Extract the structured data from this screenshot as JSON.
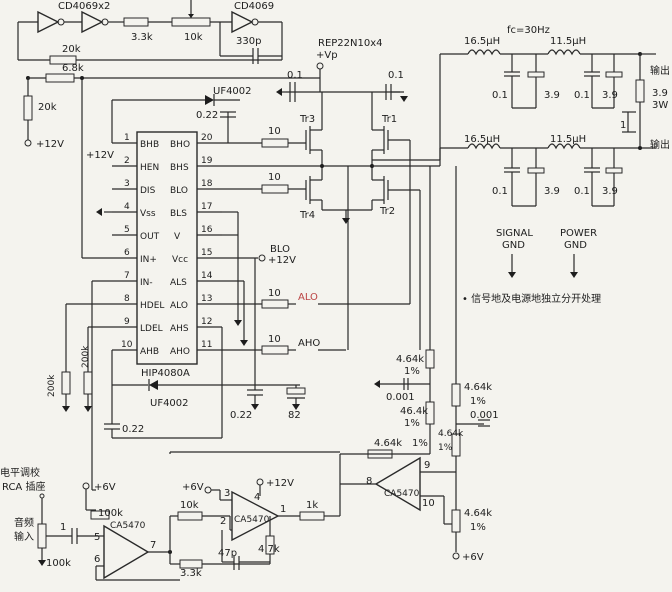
{
  "ic_main": {
    "part": "HIP4080A",
    "left_pins": [
      {
        "num": "1",
        "name": "BHB"
      },
      {
        "num": "2",
        "name": "HEN"
      },
      {
        "num": "3",
        "name": "DIS"
      },
      {
        "num": "4",
        "name": "Vss"
      },
      {
        "num": "5",
        "name": "OUT"
      },
      {
        "num": "6",
        "name": "IN+"
      },
      {
        "num": "7",
        "name": "IN-"
      },
      {
        "num": "8",
        "name": "HDEL"
      },
      {
        "num": "9",
        "name": "LDEL"
      },
      {
        "num": "10",
        "name": "AHB"
      }
    ],
    "right_pins": [
      {
        "num": "20",
        "name": "BHO"
      },
      {
        "num": "19",
        "name": "BHS"
      },
      {
        "num": "18",
        "name": "BLO"
      },
      {
        "num": "17",
        "name": "BLS"
      },
      {
        "num": "16",
        "name": "V"
      },
      {
        "num": "15",
        "name": "Vcc"
      },
      {
        "num": "14",
        "name": "ALS"
      },
      {
        "num": "13",
        "name": "ALO"
      },
      {
        "num": "12",
        "name": "AHS"
      },
      {
        "num": "11",
        "name": "AHO"
      }
    ]
  },
  "top": {
    "cd4069x2": "CD4069x2",
    "cd4069": "CD4069",
    "r33k": "3.3k",
    "r10k": "10k",
    "c330p": "330p",
    "r20k_a": "20k",
    "r68k": "6.8k",
    "r20k_b": "20k",
    "v12_left": "+12V",
    "rep": "REP22N10x4",
    "vp": "+Vp",
    "fc": "fc=30Hz"
  },
  "driver": {
    "uf4002_top": "UF4002",
    "c022": "0.22",
    "v12_hen": "+12V",
    "r10_1": "10",
    "r10_2": "10",
    "r10_3": "10",
    "r10_4": "10",
    "alo": "ALO",
    "aho": "AHO",
    "blo": "BLO",
    "v12_vcc": "+12V",
    "tr1": "Tr1",
    "tr2": "Tr2",
    "tr3": "Tr3",
    "tr4": "Tr4",
    "c01_a": "0.1",
    "c01_b": "0.1",
    "uf4002_bot": "UF4002",
    "c022_b": "0.22",
    "c022_c": "0.22",
    "c82": "82",
    "r200k_a": "200k",
    "r200k_b": "200k"
  },
  "filter": {
    "l165_top": "16.5μH",
    "l115_top": "11.5μH",
    "l165_bot": "16.5μH",
    "l115_bot": "11.5μH",
    "c01_1": "0.1",
    "c39_1": "3.9",
    "c01_2": "0.1",
    "c39_2": "3.9",
    "c01_3": "0.1",
    "c39_3": "3.9",
    "c01_4": "0.1",
    "c39_4": "3.9",
    "out_top": "输出",
    "out_bot": "输出",
    "load_r": "3.9",
    "load_w": "3W",
    "c_1": "1"
  },
  "grounds": {
    "signal_1": "SIGNAL",
    "signal_2": "GND",
    "power_1": "POWER",
    "power_2": "GND",
    "note": "• 信号地及电源地独立分开处理"
  },
  "feedback": {
    "r464k_a": "4.64k",
    "pct_a": "1%",
    "c0001_a": "0.001",
    "r464k_b": "46.4k",
    "pct_b": "1%",
    "r464k_c": "4.64k",
    "pct_c": "1%",
    "r464k_d": "4.64k",
    "pct_d": "1%",
    "c0001_b": "0.001",
    "r464k_e": "4.64k",
    "pct_e": "1%",
    "r464k_f": "4.64k",
    "pct_f": "1%",
    "ca5470": "CA5470",
    "pin8": "8",
    "pin9": "9",
    "pin10": "10",
    "v6": "+6V"
  },
  "input": {
    "title_1": "电平调校",
    "title_2": "RCA 插座",
    "audio_1": "音频",
    "audio_2": "输入",
    "r100k": "100k",
    "r100k_b": "100k",
    "c1": "1",
    "v6_a": "+6V",
    "ca5470_a": "CA5470",
    "pin5": "5",
    "pin6": "6",
    "pin7": "7",
    "r33k": "3.3k",
    "v6_b": "+6V",
    "v12_b": "+12V",
    "ca5470_b": "CA5470",
    "pin1": "1",
    "pin2": "2",
    "pin3": "3",
    "pin4": "4",
    "r10k": "10k",
    "c47p": "47p",
    "r47k": "4.7k",
    "r1k": "1k"
  }
}
